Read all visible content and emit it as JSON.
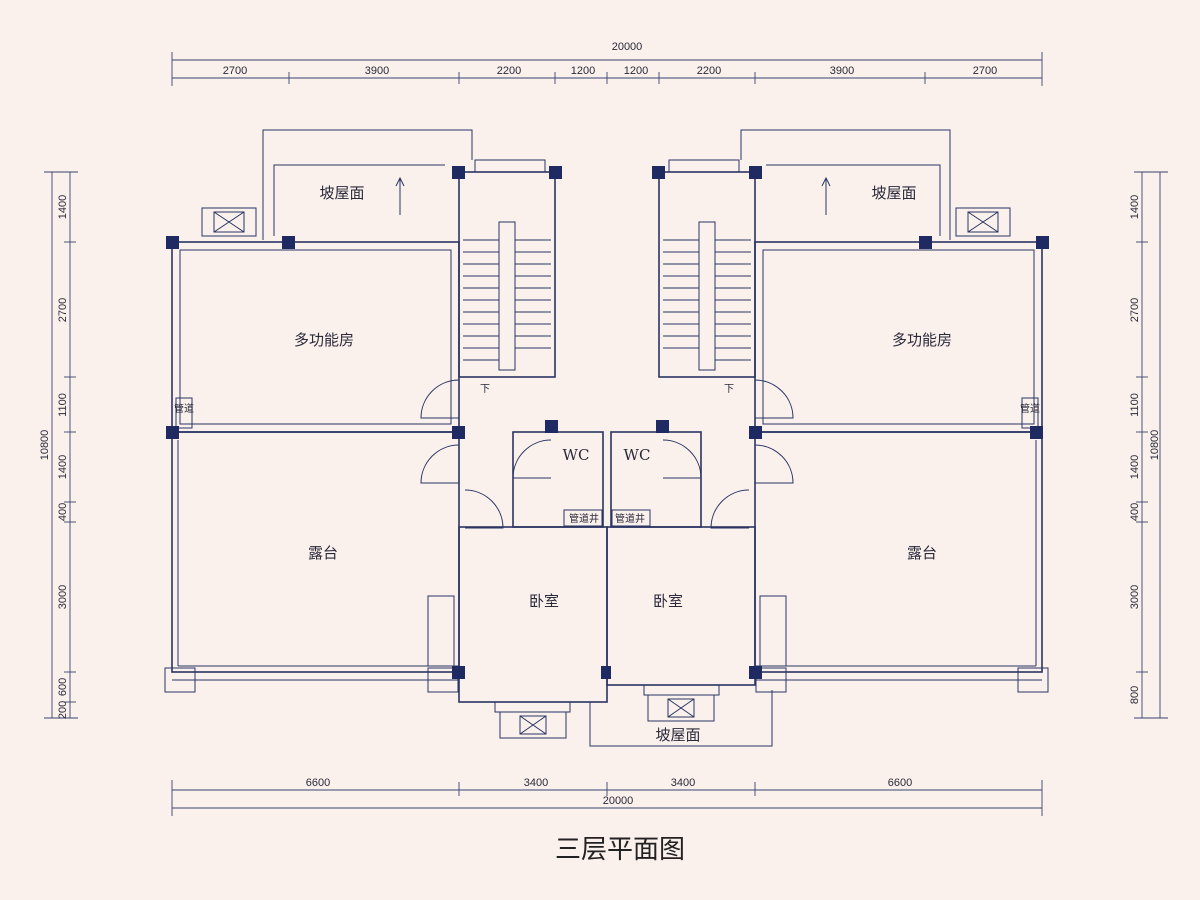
{
  "title": "三层平面图",
  "rooms": {
    "slope_roof_left": "坡屋面",
    "slope_roof_right": "坡屋面",
    "slope_roof_bottom": "坡屋面",
    "multi_room_left": "多功能房",
    "multi_room_right": "多功能房",
    "terrace_left": "露台",
    "terrace_right": "露台",
    "bedroom_left": "卧室",
    "bedroom_right": "卧室",
    "wc_left": "WC",
    "wc_right": "WC",
    "shaft_left": "管道井",
    "shaft_right": "管道井",
    "pipe_left": "管道",
    "pipe_right": "管道",
    "down_left": "下",
    "down_right": "下"
  },
  "dimensions": {
    "top_total": "20000",
    "top_segments": [
      "2700",
      "3900",
      "2200",
      "1200",
      "1200",
      "2200",
      "3900",
      "2700"
    ],
    "bottom_total": "20000",
    "bottom_segments": [
      "6600",
      "3400",
      "3400",
      "6600"
    ],
    "left_total": "10800",
    "left_segments": [
      "1400",
      "2700",
      "1100",
      "1400",
      "400",
      "3000",
      "600",
      "200"
    ],
    "right_total": "10800",
    "right_segments": [
      "1400",
      "2700",
      "1100",
      "1400",
      "400",
      "3000",
      "800"
    ]
  },
  "colors": {
    "background": "#faf0ec",
    "line": "#2a3563",
    "column": "#1f2a63"
  }
}
